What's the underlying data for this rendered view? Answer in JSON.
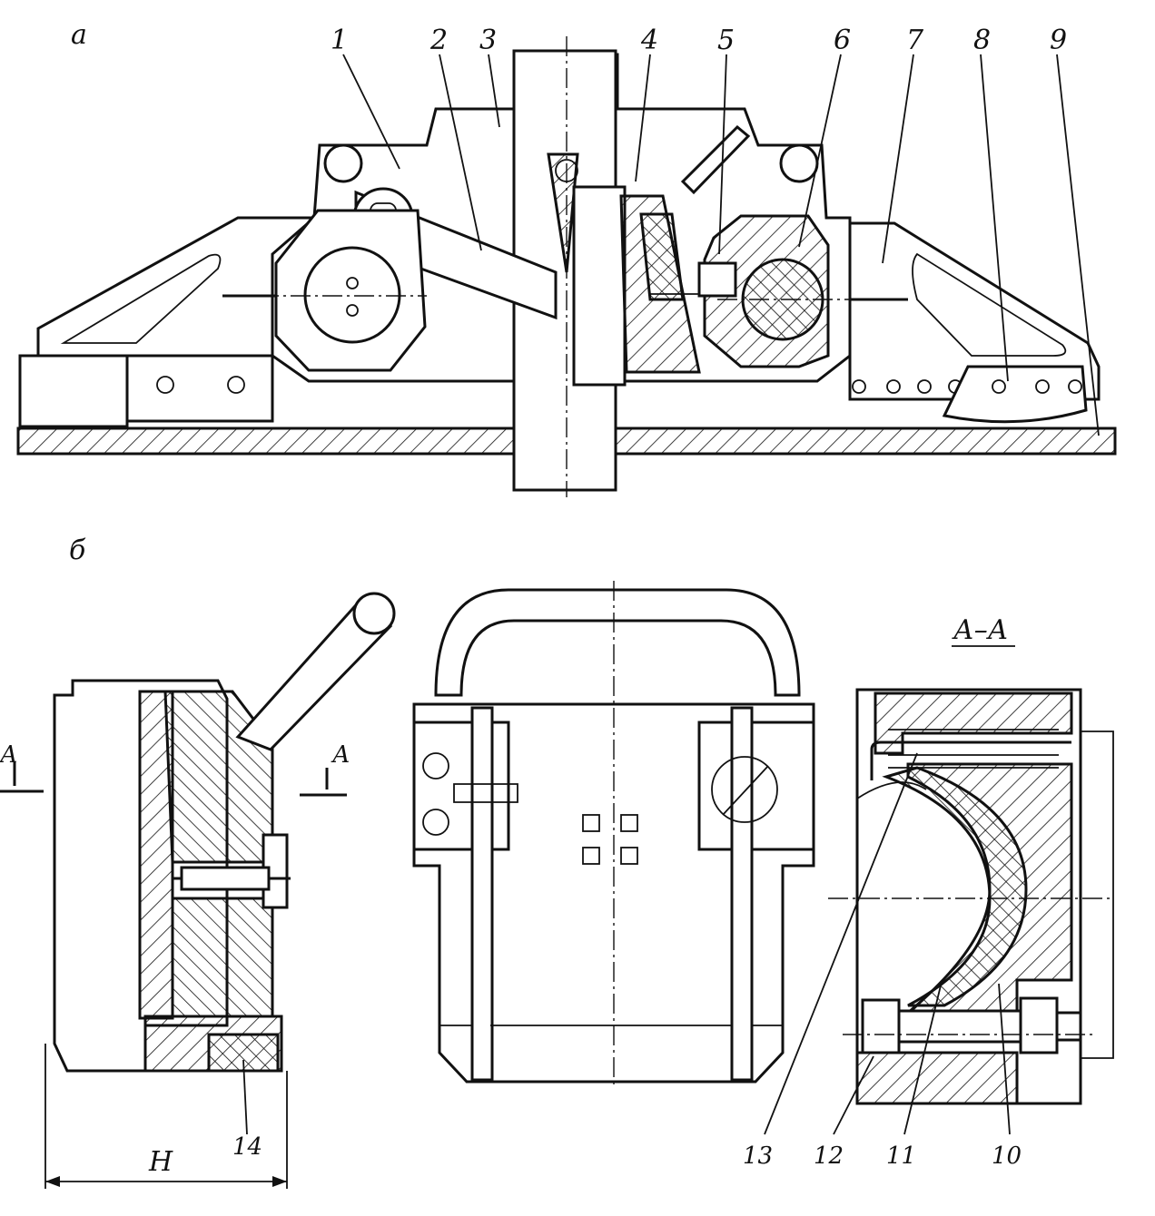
{
  "figure": {
    "view_a_label": "а",
    "view_b_label": "б",
    "callouts_a": [
      "1",
      "2",
      "3",
      "4",
      "5",
      "6",
      "7",
      "8",
      "9"
    ],
    "callouts_b": [
      "10",
      "11",
      "12",
      "13",
      "14"
    ],
    "section_label": "А–А",
    "section_arrow_left": "А",
    "section_arrow_right": "А",
    "dimension_label": "Н"
  }
}
